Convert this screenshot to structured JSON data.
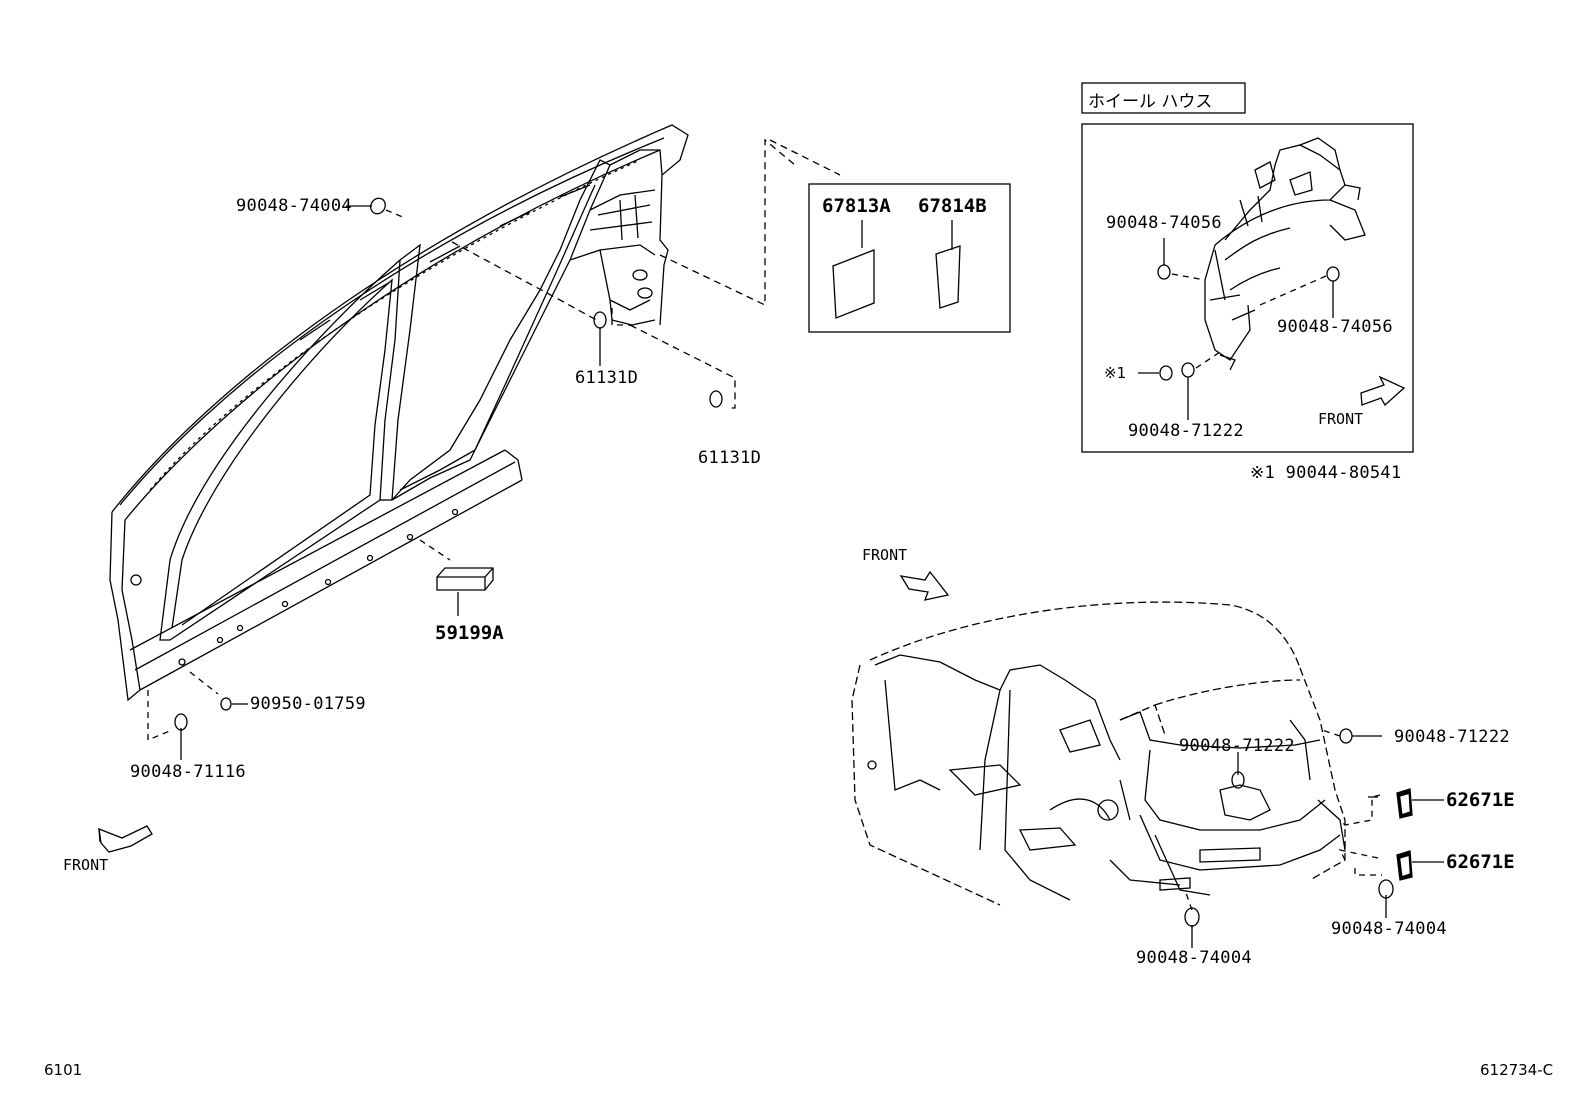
{
  "diagram": {
    "figure_code": "6101",
    "illustration_id": "612734-C",
    "front_label": "FRONT",
    "wheel_house_title": "ホイール ハウス",
    "footnote": "※1  90044-80541",
    "wheel_house_callout_mark": "※1",
    "parts": {
      "p90048_74004_top": "90048-74004",
      "p61131D_a": "61131D",
      "p61131D_b": "61131D",
      "p67813A": "67813A",
      "p67814B": "67814B",
      "p59199A": "59199A",
      "p90950_01759": "90950-01759",
      "p90048_71116": "90048-71116",
      "wh_90048_74056_a": "90048-74056",
      "wh_90048_74056_b": "90048-74056",
      "wh_90048_71222": "90048-71222",
      "rear_90048_71222_inner": "90048-71222",
      "rear_90048_71222_outer": "90048-71222",
      "rear_62671E_a": "62671E",
      "rear_62671E_b": "62671E",
      "rear_90048_74004_right": "90048-74004",
      "rear_90048_74004_bottom": "90048-74004"
    }
  }
}
